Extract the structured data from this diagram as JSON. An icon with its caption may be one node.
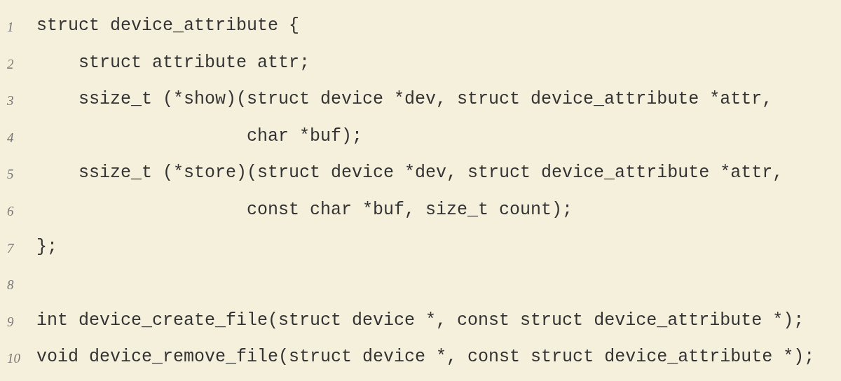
{
  "diagram": {
    "labels": [
      "1",
      "struct device_attribute {",
      "2",
      "struct attribute attr;",
      "3",
      "ssize_t (*show)(struct device *dev, struct device_attribute *attr,",
      "4",
      "char *buf);",
      "5",
      "ssize_t (*store)(struct device *dev, struct device_attribute *attr,",
      "6",
      "const char *buf, size_t count);",
      "7",
      "};",
      "8",
      "9",
      "int device_create_file(struct device *, const struct device_attribute *);",
      "10",
      "void device_remove_file(struct device *, const struct device_attribute *);"
    ]
  }
}
